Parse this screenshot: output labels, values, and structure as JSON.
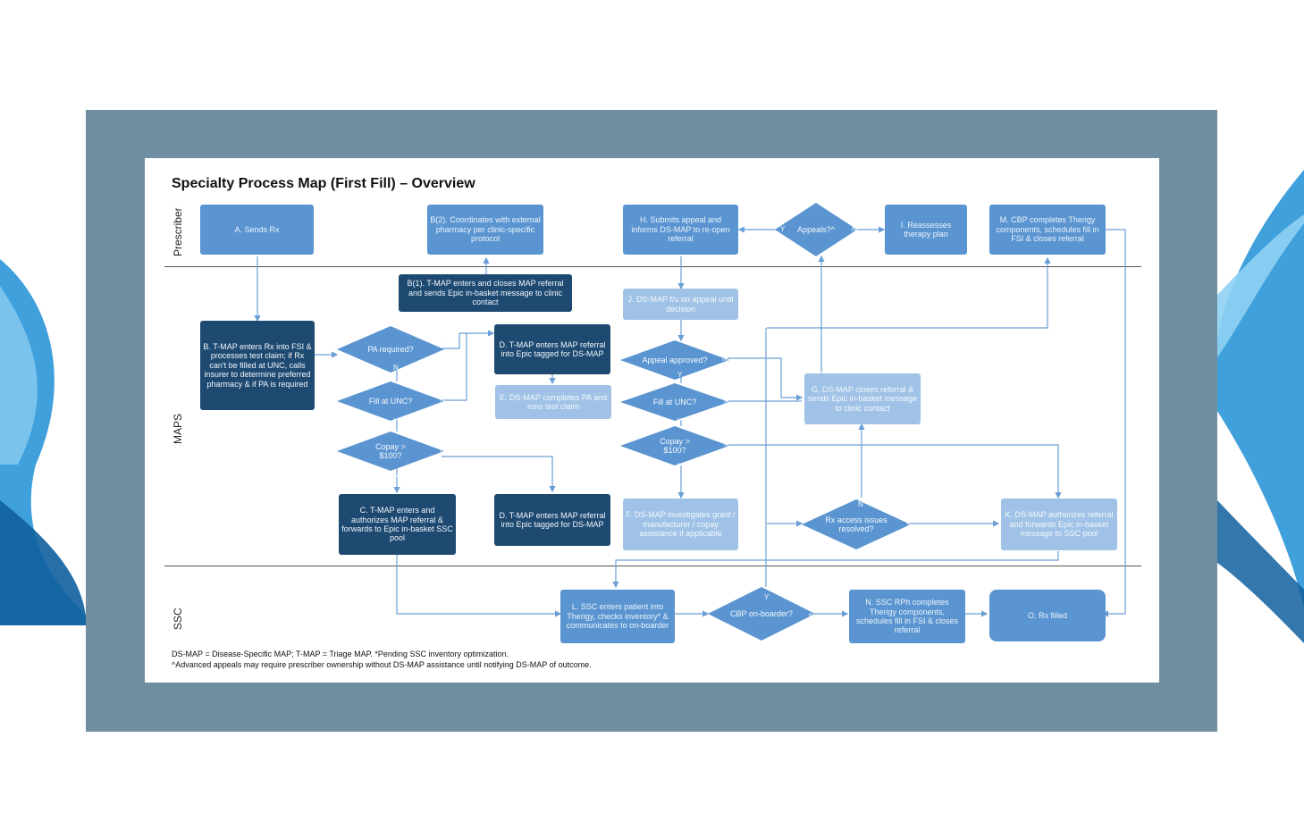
{
  "diagram": {
    "title": "Specialty Process Map (First Fill) – Overview",
    "lanes": {
      "prescriber": "Prescriber",
      "maps": "MAPS",
      "ssc": "SSC"
    },
    "nodes": {
      "a": "A. Sends Rx",
      "b2": "B(2). Coordinates with external pharmacy per clinic-specific protocol",
      "h": "H. Submits appeal and informs DS-MAP to re-open referral",
      "appeals": "Appeals?^",
      "i": "I. Reassesses therapy plan",
      "m": "M. CBP completes Therigy components, schedules fill in FSI & closes referral",
      "b1": "B(1). T-MAP enters and closes MAP referral and sends Epic in-basket message to clinic contact",
      "j": "J. DS-MAP f/u on appeal until decision",
      "b": "B. T-MAP enters Rx into FSI & processes test claim; if Rx can't be filled at UNC, calls insurer to determine preferred pharmacy & if PA is required",
      "pa": "PA required?",
      "d1": "D. T-MAP enters MAP referral into Epic tagged for DS-MAP",
      "appeal_approved": "Appeal approved?",
      "e": "E. DS-MAP completes PA and runs test claim",
      "fill1": "Fill at UNC?",
      "fill2": "Fill at UNC?",
      "g": "G. DS-MAP closes referral & sends Epic in-basket message to clinic contact",
      "copay1": "Copay > $100?",
      "copay2": "Copay > $100?",
      "c": "C. T-MAP enters and authorizes MAP referral & forwards to Epic in-basket SSC pool",
      "d2": "D. T-MAP enters MAP referral into Epic tagged for DS-MAP",
      "f": "F. DS-MAP investigates grant / manufacturer / copay assistance if applicable",
      "rx_access": "Rx access issues resolved?",
      "k": "K. DS-MAP authorizes referral and forwards Epic in-basket message to SSC pool",
      "l": "L. SSC enters patient into Therigy, checks inventory* & communicates to on-boarder",
      "cbp": "CBP on-boarder?",
      "n_node": "N. SSC RPh completes Therigy components, schedules fill in FSI & closes referral",
      "o": "O. Rx filled"
    },
    "edge_labels": {
      "yes": "Y",
      "no": "N"
    },
    "footnotes": [
      "DS-MAP = Disease-Specific MAP; T-MAP = Triage MAP. *Pending SSC inventory optimization.",
      "^Advanced appeals may require prescriber ownership without DS-MAP assistance until notifying DS-MAP of outcome."
    ]
  },
  "colors": {
    "frame": "#6f8ea0",
    "box_medium": "#5b95d1",
    "box_dark": "#1e4a72",
    "box_light": "#9fc2e6",
    "connector": "#6a9fd6",
    "wave_blue": "#1d8fd6"
  }
}
